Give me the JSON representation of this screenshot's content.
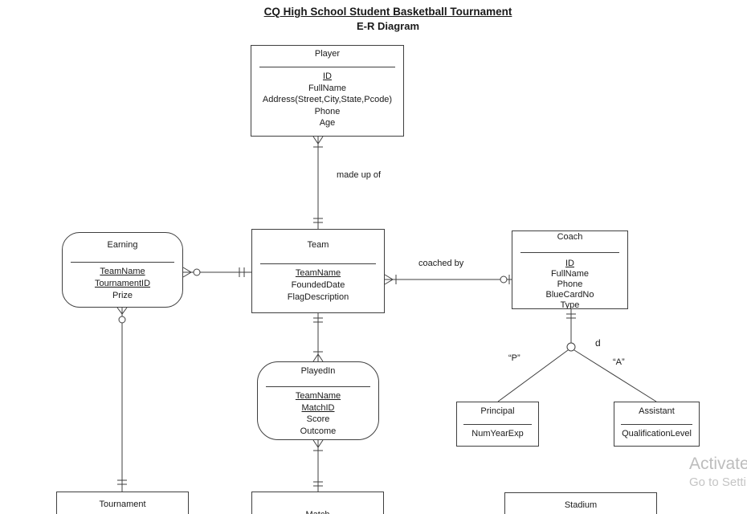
{
  "page": {
    "title_line1": "CQ High School Student Basketball Tournament",
    "title_line2": "E-R Diagram"
  },
  "entities": {
    "player": {
      "name": "Player",
      "attrs": [
        "ID",
        "FullName",
        "Address(Street,City,State,Pcode)",
        "Phone",
        "Age"
      ]
    },
    "earning": {
      "name": "Earning",
      "attrs": [
        "TeamName",
        "TournamentID",
        "Prize"
      ]
    },
    "team": {
      "name": "Team",
      "attrs": [
        "TeamName",
        "FoundedDate",
        "FlagDescription"
      ]
    },
    "coach": {
      "name": "Coach",
      "attrs": [
        "ID",
        "FullName",
        "Phone",
        "BlueCardNo",
        "Type"
      ]
    },
    "playedin": {
      "name": "PlayedIn",
      "attrs": [
        "TeamName",
        "MatchID",
        "Score",
        "Outcome"
      ]
    },
    "principal": {
      "name": "Principal",
      "attrs": [
        "NumYearExp"
      ]
    },
    "assistant": {
      "name": "Assistant",
      "attrs": [
        "QualificationLevel"
      ]
    },
    "tournament": {
      "name": "Tournament"
    },
    "match": {
      "name": "Match"
    },
    "stadium": {
      "name": "Stadium"
    }
  },
  "relationship_labels": {
    "made_up_of": "made up of",
    "coached_by": "coached by",
    "disjoint": "d",
    "subtype_p": "“P”",
    "subtype_a": "“A”"
  },
  "watermark": {
    "line1": "Activate",
    "line2": "Go to Setti"
  },
  "colors": {
    "line": "#3f3f3f",
    "text": "#1a1a1a",
    "watermark": "#bdbdbd"
  }
}
